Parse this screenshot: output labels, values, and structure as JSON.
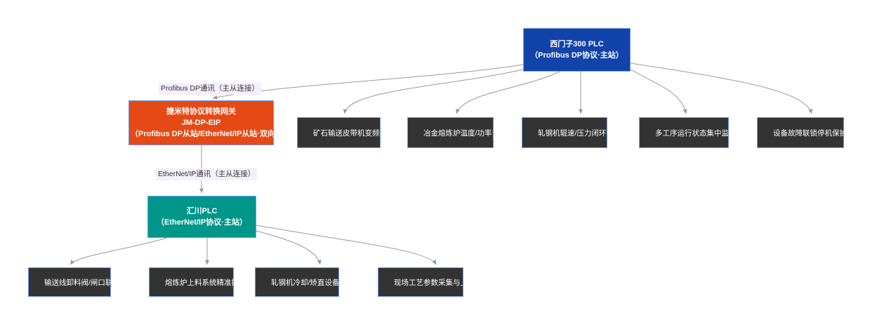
{
  "nodes": {
    "siemens": {
      "line1": "西门子300 PLC",
      "line2": "（Profibus DP协议·主站）"
    },
    "gateway": {
      "line1": "捷米特协议转换网关",
      "line2": "JM-DP-EIP",
      "line3": "（Profibus DP从站/EtherNet/IP从站·双向透传）"
    },
    "inovance": {
      "line1": "汇川PLC",
      "line2": "（EtherNet/IP协议·主站）"
    }
  },
  "edge_labels": {
    "profibus": "Profibus DP通讯（主从连接）",
    "ethernet": "EtherNet/IP通讯（主从连接）"
  },
  "dp_devices": [
    "矿石输送皮带机变频控制",
    "冶金熔炼炉温度/功率调节",
    "轧钢机辊速/压力闭环控制",
    "多工序运行状态集中监控",
    "设备故障联锁停机保护"
  ],
  "eip_devices": [
    "输送线卸料阀/闸口联动",
    "熔炼炉上料系统精准控制",
    "轧钢机冷却/矫直设备驱动",
    "现场工艺参数采集与上传"
  ],
  "colors": {
    "siemens_fill": "#1243ab",
    "gateway_fill": "#e54a16",
    "inovance_fill": "#00968a",
    "device_fill": "#333333",
    "node_border": "#6f9bf0",
    "edge_stroke": "#999999",
    "edge_label_bg": "#f7eefb",
    "background": "#ffffff"
  }
}
